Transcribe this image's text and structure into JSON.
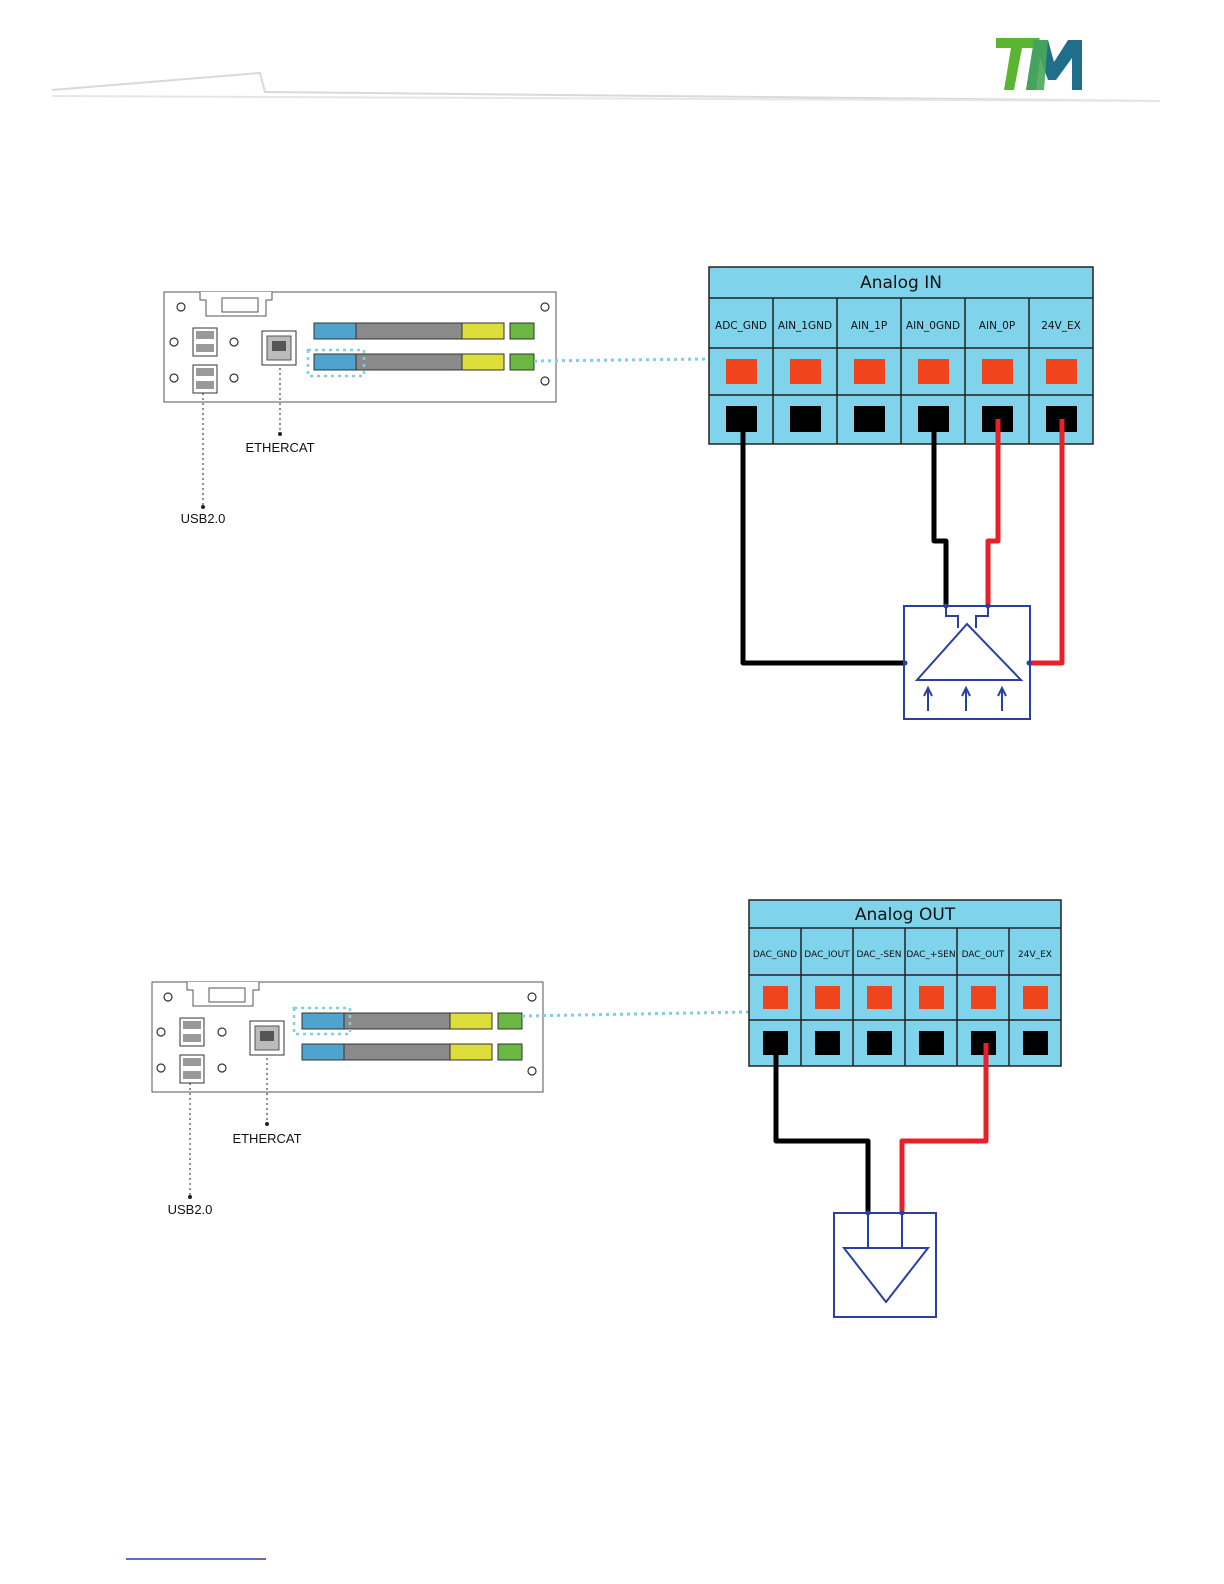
{
  "header": {
    "logo_text": "TM",
    "colors": {
      "logo_green": "#5cb531",
      "logo_blue": "#1f6f8b"
    }
  },
  "top": {
    "usb_label": "USB2.0",
    "ethercat_label": "ETHERCAT",
    "panel_title": "Analog IN",
    "pins": [
      "ADC_GND",
      "AIN_1GND",
      "AIN_1P",
      "AIN_0GND",
      "AIN_0P",
      "24V_EX"
    ]
  },
  "bottom": {
    "usb_label": "USB2.0",
    "ethercat_label": "ETHERCAT",
    "panel_title": "Analog OUT",
    "pins": [
      "DAC_GND",
      "DAC_IOUT",
      "DAC_-SEN",
      "DAC_+SEN",
      "DAC_OUT",
      "24V_EX"
    ]
  },
  "colors": {
    "panel": "#7fd3ea",
    "terminal": "#f0451c",
    "wire_red": "#e8202a",
    "wire_black": "#000000",
    "sensor": "#2b3fa0",
    "dotted": "#7fd0e0"
  }
}
